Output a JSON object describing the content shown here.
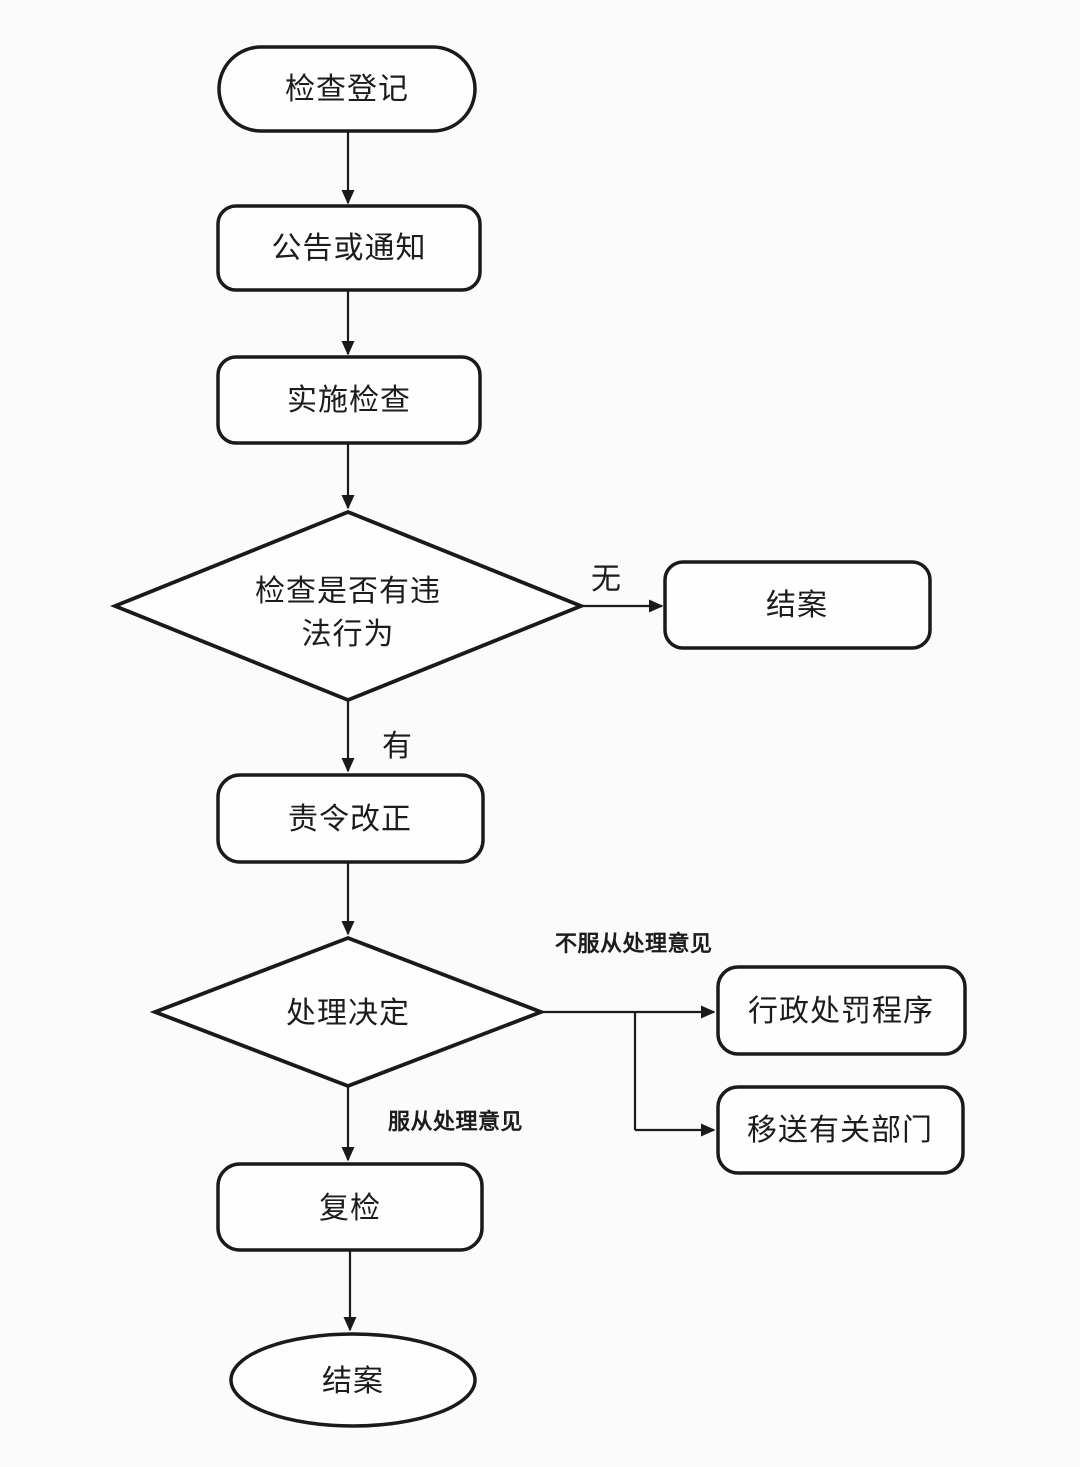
{
  "diagram": {
    "title_hint": "inspection-process-flowchart",
    "colors": {
      "stroke": "#1a1a1a",
      "text": "#1c1c1c",
      "background": "#fbfbfb",
      "node_fill": "#fefefe"
    },
    "nodes": {
      "start": {
        "label": "检查登记",
        "shape": "terminator"
      },
      "notice": {
        "label": "公告或通知",
        "shape": "process"
      },
      "inspect": {
        "label": "实施检查",
        "shape": "process"
      },
      "violation_decision": {
        "label_line1": "检查是否有违",
        "label_line2": "法行为",
        "shape": "decision"
      },
      "close_case_no_violation": {
        "label": "结案",
        "shape": "process"
      },
      "order_correction": {
        "label": "责令改正",
        "shape": "process"
      },
      "handling_decision": {
        "label": "处理决定",
        "shape": "decision"
      },
      "admin_penalty_procedure": {
        "label": "行政处罚程序",
        "shape": "process"
      },
      "transfer_related_department": {
        "label": "移送有关部门",
        "shape": "process"
      },
      "recheck": {
        "label": "复检",
        "shape": "process"
      },
      "close_case_end": {
        "label": "结案",
        "shape": "terminator-ellipse"
      }
    },
    "edge_labels": {
      "no_violation": "无",
      "has_violation": "有",
      "disobey_opinion": "不服从处理意见",
      "obey_opinion": "服从处理意见"
    }
  }
}
